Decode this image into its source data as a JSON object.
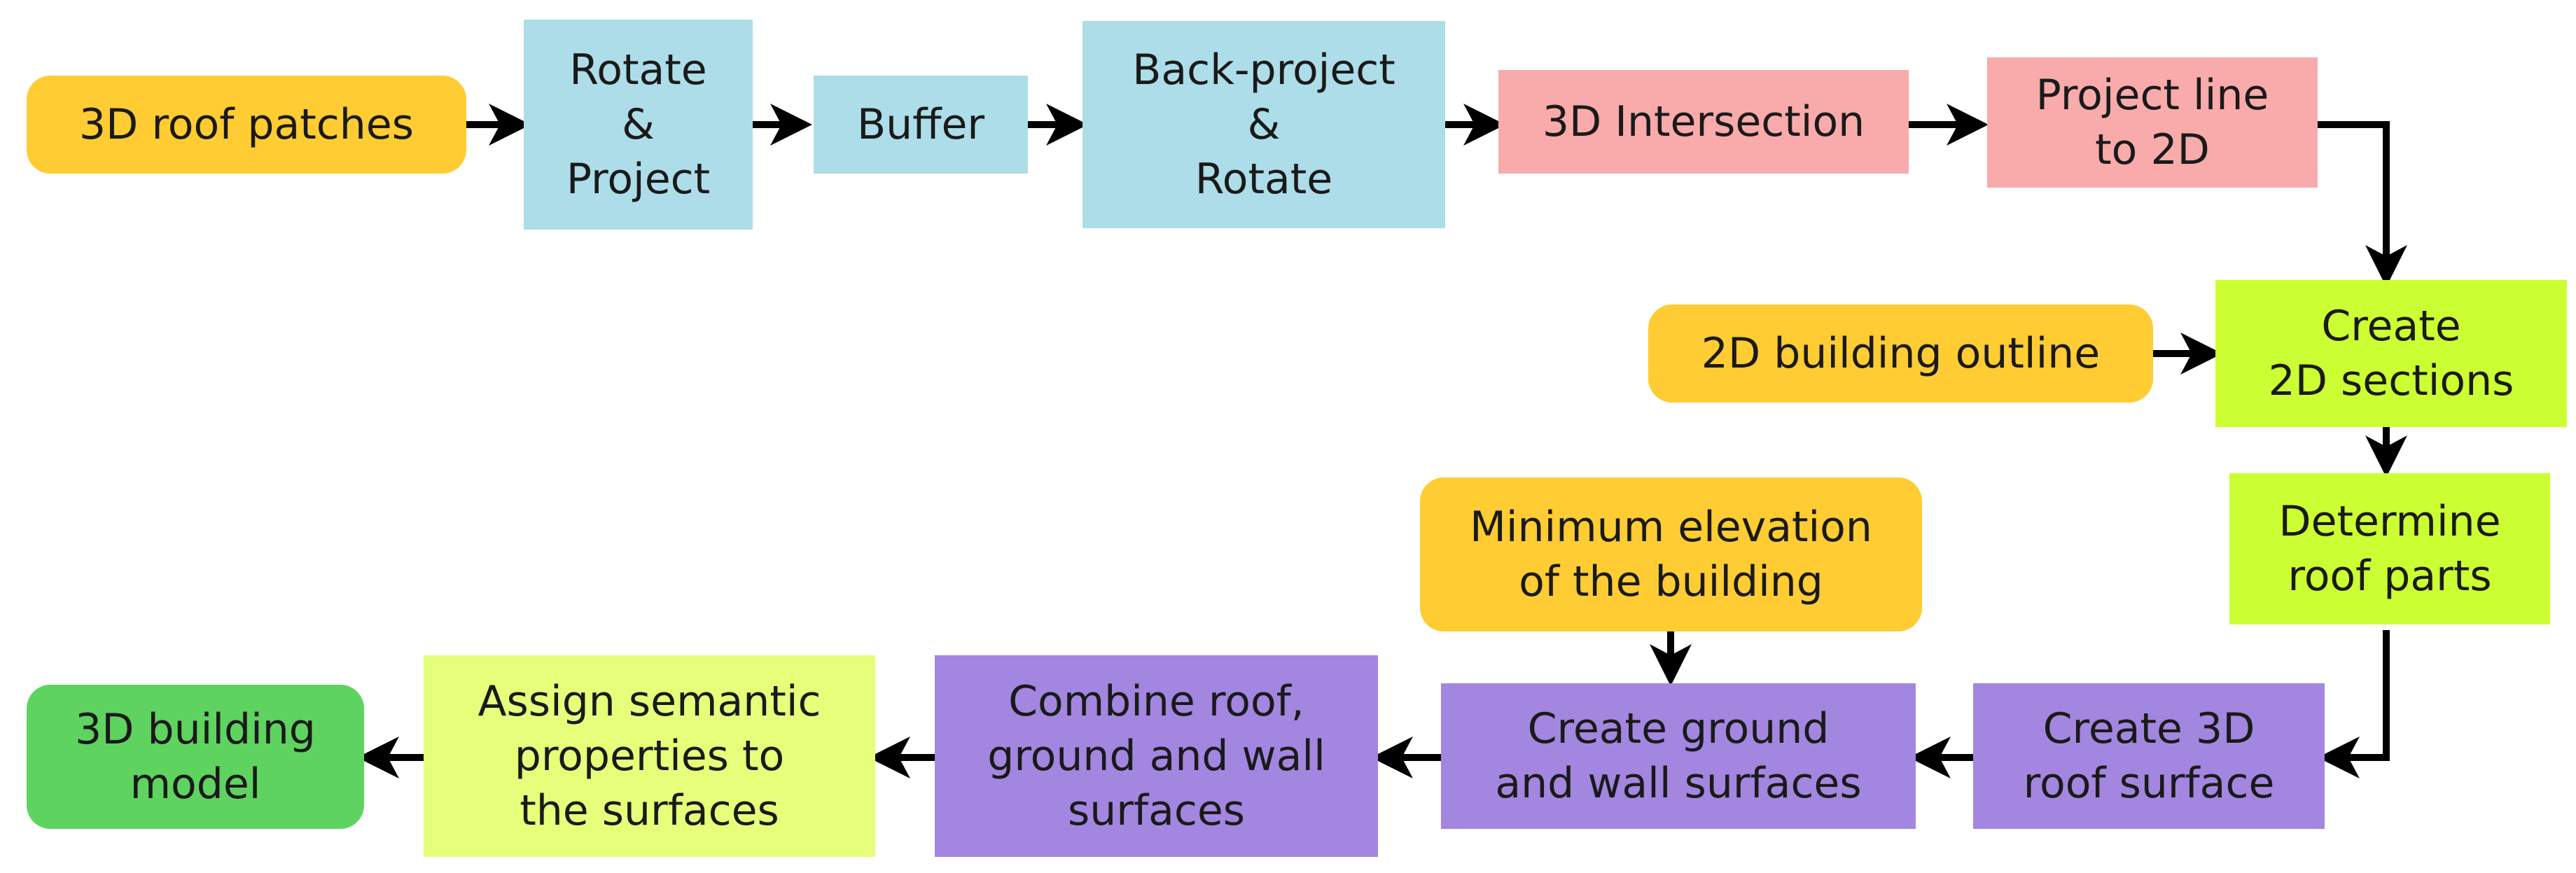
{
  "colors": {
    "input": "#FFCC33",
    "geometry": "#ADDDE8",
    "intersection": "#F9AAAA",
    "section": "#CCFF33",
    "semantic": "#E6FF7A",
    "surface": "#A386E0",
    "output": "#5FD35F",
    "edge": "#000000"
  },
  "nodes": {
    "roof_patches": "3D roof patches",
    "rotate_project": "Rotate\n&\nProject",
    "buffer": "Buffer",
    "backproject_rotate": "Back-project\n&\nRotate",
    "intersection_3d": "3D Intersection",
    "project_line": "Project line\nto 2D",
    "building_outline": "2D building outline",
    "create_2d_sections": "Create\n2D sections",
    "determine_roof_parts": "Determine\nroof parts",
    "create_3d_roof_surface": "Create 3D\nroof surface",
    "min_elevation": "Minimum elevation\nof the building",
    "create_ground_wall": "Create ground\nand wall surfaces",
    "combine_surfaces": "Combine roof,\nground and wall\nsurfaces",
    "assign_semantic": "Assign semantic\nproperties to\nthe surfaces",
    "building_model": "3D building\nmodel"
  }
}
